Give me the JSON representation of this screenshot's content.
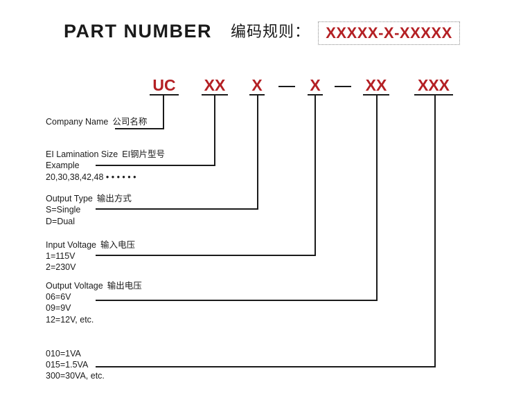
{
  "header": {
    "title": "PART NUMBER",
    "title_cn": "编码规则：",
    "code": "XXXXX-X-XXXXX"
  },
  "code_segments": [
    "UC",
    "XX",
    "X",
    "X",
    "XX",
    "XXX"
  ],
  "sections": {
    "company": {
      "label": "Company Name",
      "label_cn": "公司名称"
    },
    "ei_size": {
      "label": "EI Lamination Size",
      "label_cn": "EI钢片型号",
      "lines": [
        "Example",
        "20,30,38,42,48 • • • • • •"
      ]
    },
    "output_type": {
      "label": "Output Type",
      "label_cn": "输出方式",
      "lines": [
        "S=Single",
        "D=Dual"
      ]
    },
    "input_voltage": {
      "label": "Input Voltage",
      "label_cn": "输入电压",
      "lines": [
        "1=115V",
        "2=230V"
      ]
    },
    "output_voltage": {
      "label": "Output Voltage",
      "label_cn": "输出电压",
      "lines": [
        "06=6V",
        "09=9V",
        "12=12V, etc."
      ]
    },
    "power": {
      "lines": [
        "010=1VA",
        "015=1.5VA",
        "300=30VA, etc."
      ]
    }
  },
  "colors": {
    "accent": "#b42024",
    "line": "#1a1a1a"
  }
}
